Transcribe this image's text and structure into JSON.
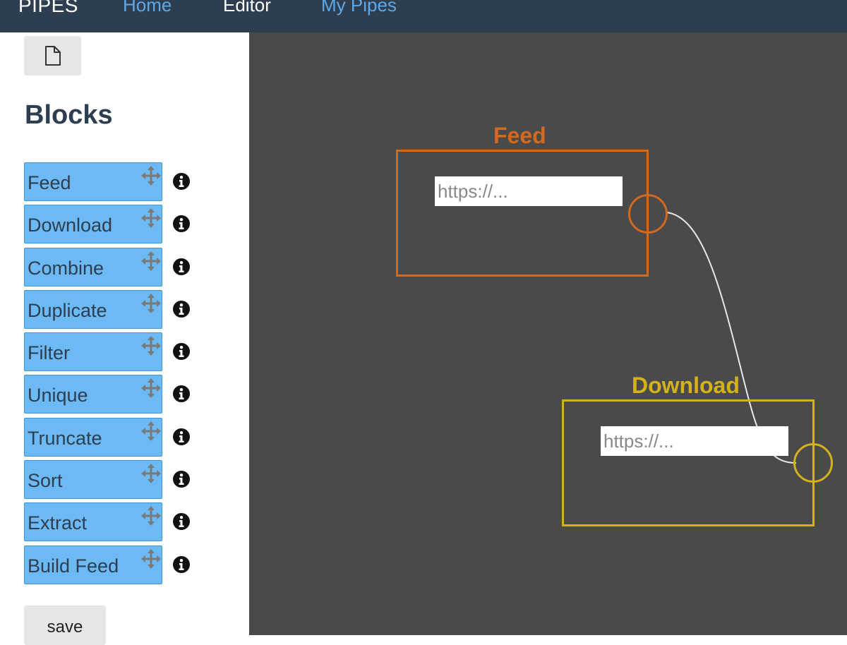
{
  "navbar": {
    "brand": "PIPES",
    "links": [
      {
        "label": "Home",
        "color": "#5fa8e8"
      },
      {
        "label": "Editor",
        "color": "#ffffff"
      },
      {
        "label": "My Pipes",
        "color": "#5fa8e8"
      }
    ]
  },
  "sidebar": {
    "new_icon": "file-icon",
    "title": "Blocks",
    "blocks": [
      {
        "label": "Feed"
      },
      {
        "label": "Download"
      },
      {
        "label": "Combine"
      },
      {
        "label": "Duplicate"
      },
      {
        "label": "Filter"
      },
      {
        "label": "Unique"
      },
      {
        "label": "Truncate"
      },
      {
        "label": "Sort"
      },
      {
        "label": "Extract"
      },
      {
        "label": "Build Feed"
      }
    ],
    "save_label": "save"
  },
  "canvas": {
    "nodes": [
      {
        "title": "Feed",
        "placeholder": "https://...",
        "color": "#d2691e"
      },
      {
        "title": "Download",
        "placeholder": "https://...",
        "color": "#d4b21a"
      }
    ],
    "wire_color": "#e8e8e8"
  }
}
